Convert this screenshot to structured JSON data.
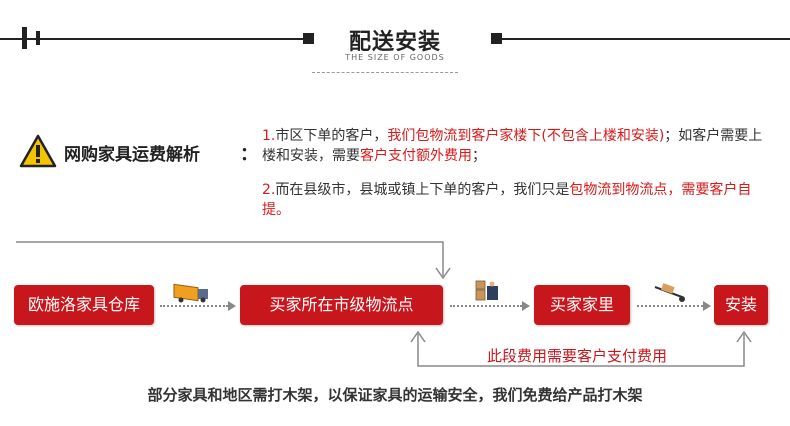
{
  "header": {
    "title": "配送安装",
    "subtitle": "THE SIZE OF GOODS"
  },
  "analysis": {
    "label": "网购家具运费解析",
    "colon": "：",
    "p1": {
      "num": "1.",
      "t1": "市区下单的客户，",
      "t2_red": "我们包物流到客户家楼下(不包含上楼和安装)",
      "t3": "；如客户需要上楼和安装，需要",
      "t4_red": "客户支付额外费用",
      "t5": "；"
    },
    "p2": {
      "num": "2.",
      "t1": "而在县级市，县城或镇上下单的客户，我们只是",
      "t2_red": "包物流到物流点，需要客户自提。"
    }
  },
  "flow": {
    "step1": "欧施洛家具仓库",
    "step2": "买家所在市级物流点",
    "step3": "买家家里",
    "step4": "安装",
    "fee_note": "此段费用需要客户支付费用"
  },
  "footer": {
    "note": "部分家具和地区需打木架，以保证家具的运输安全，我们免费给产品打木架"
  },
  "icons": {
    "warning": "warning-icon",
    "truck": "truck-icon",
    "boxes": "boxes-icon",
    "cart": "hand-truck-icon"
  },
  "colors": {
    "accent": "#c8161d",
    "warning_fill": "#f5c400"
  }
}
